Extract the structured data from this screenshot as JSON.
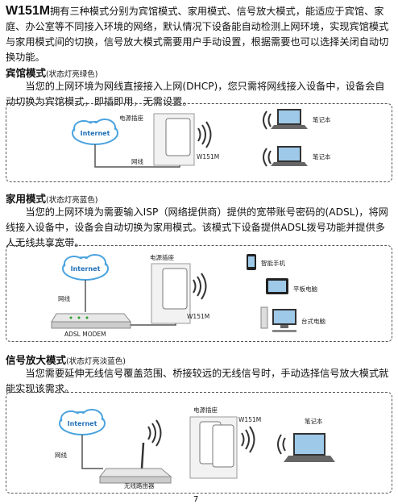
{
  "intro": {
    "model": "W151M",
    "text": "拥有三种模式分别为宾馆模式、家用模式、信号放大模式，能适应于宾馆、家庭、办公室等不同接入环境的网络，默认情况下设备能自动检测上网环境，实现宾馆模式与家用模式间的切换，信号放大模式需要用户手动设置，根据需要也可以选择关闭自动切换功能。"
  },
  "hotel": {
    "title": "宾馆模式",
    "status": "(状态灯亮绿色)",
    "text": "当您的上网环境为网线直接接入上网(DHCP)，您只需将网线接入设备中，设备会自动切换为宾馆模式，即插即用，无需设置。",
    "diagram": {
      "internet": "Internet",
      "outlet": "电源插座",
      "device": "W151M",
      "cable": "网线",
      "laptop1": "笔记本",
      "laptop2": "笔记本"
    }
  },
  "home": {
    "title": "家用模式",
    "status": "(状态灯亮蓝色)",
    "text": "当您的上网环境为需要输入ISP（网络提供商）提供的宽带账号密码的(ADSL)，将网线接入设备中，设备会自动切换为家用模式。该模式下设备提供ADSL拨号功能并提供多人无线共享宽带。",
    "diagram": {
      "internet": "Internet",
      "cable": "网线",
      "modem": "ADSL MODEM",
      "outlet": "电源插座",
      "device": "W151M",
      "phone": "智能手机",
      "tablet": "平板电脑",
      "desktop": "台式电脑"
    }
  },
  "amp": {
    "title": "信号放大模式",
    "status": "(状态灯亮淡蓝色)",
    "text": "当您需要延伸无线信号覆盖范围、桥接较远的无线信号时，手动选择信号放大模式就能实现该需求。",
    "diagram": {
      "internet": "Internet",
      "cable": "网线",
      "router": "无线路由器",
      "outlet": "电源插座",
      "device": "W151M",
      "laptop": "笔记本"
    }
  },
  "page_number": "7"
}
